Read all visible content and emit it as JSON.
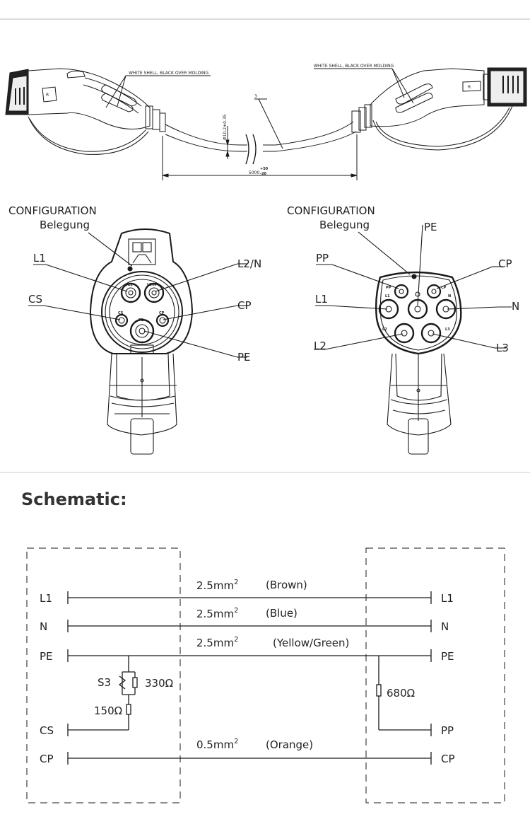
{
  "cable_drawing": {
    "left_note": "WHITE SHELL, BLACK OVER MOLDING",
    "right_note": "WHITE SHELL, BLACK OVER MOLDING",
    "part_number": "3",
    "diameter": "Φ10.2±0.35",
    "length_main": "5000",
    "length_tol_top": "+50",
    "length_tol_bot": "-20"
  },
  "type1_config": {
    "title": "CONFIGURATION",
    "subtitle": "Belegung",
    "labels": {
      "l1": "L1",
      "l2n": "L2/N",
      "cs": "CS",
      "cp": "CP",
      "pe": "PE"
    },
    "pin_marks": {
      "l1": "L1",
      "l2n": "L2/N",
      "cs": "CS",
      "cp": "CP",
      "pe": "PE"
    }
  },
  "type2_config": {
    "title": "CONFIGURATION",
    "subtitle": "Belegung",
    "labels": {
      "pe": "PE",
      "pp": "PP",
      "cp": "CP",
      "l1": "L1",
      "n": "N",
      "l2": "L2",
      "l3": "L3"
    },
    "pin_marks": {
      "pp": "PP",
      "cp": "CP",
      "l1": "L1",
      "n": "N",
      "l2": "L2",
      "l3": "L3"
    }
  },
  "schematic": {
    "heading": "Schematic:",
    "left_pins": [
      "L1",
      "N",
      "PE",
      "CS",
      "CP"
    ],
    "right_pins": [
      "L1",
      "N",
      "PE",
      "PP",
      "CP"
    ],
    "wires": [
      {
        "size": "2.5mm",
        "exp": "2",
        "color": "(Brown)"
      },
      {
        "size": "2.5mm",
        "exp": "2",
        "color": "(Blue)"
      },
      {
        "size": "2.5mm",
        "exp": "2",
        "color": "(Yellow/Green)"
      },
      {
        "size": "0.5mm",
        "exp": "2",
        "color": "(Orange)"
      }
    ],
    "switch_label": "S3",
    "r_switch": "330Ω",
    "r_cs": "150Ω",
    "r_pp": "680Ω"
  }
}
